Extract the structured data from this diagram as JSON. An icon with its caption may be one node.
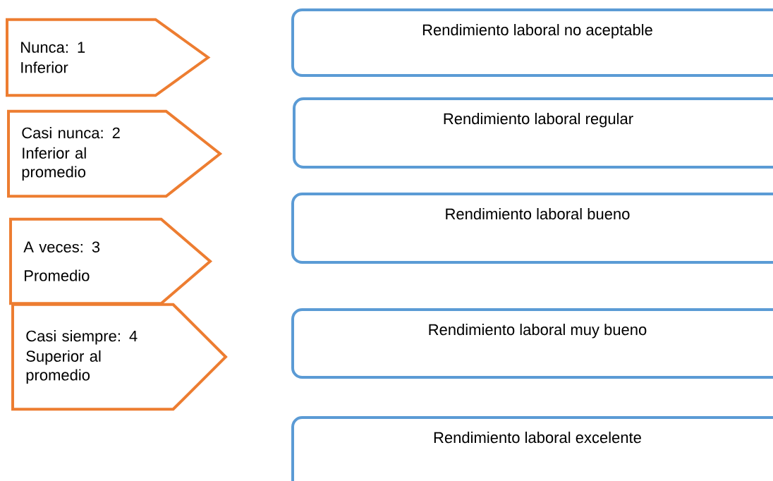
{
  "diagram": {
    "nodes": [
      {
        "text": [
          "Nunca: 1",
          "Inferior"
        ]
      },
      {
        "text": [
          "Casi nunca: 2",
          "Inferior al promedio"
        ]
      },
      {
        "text": [
          "A veces: 3",
          "Promedio"
        ]
      },
      {
        "text": [
          "Casi siempre: 4",
          "Superior al promedio"
        ]
      },
      {
        "text": [
          "Rendimiento laboral no aceptable"
        ]
      },
      {
        "text": [
          "Rendimiento laboral regular"
        ]
      },
      {
        "text": [
          "Rendimiento laboral bueno"
        ]
      },
      {
        "text": [
          "Rendimiento laboral muy bueno"
        ]
      },
      {
        "text": [
          "Rendimiento laboral excelente"
        ]
      }
    ]
  }
}
